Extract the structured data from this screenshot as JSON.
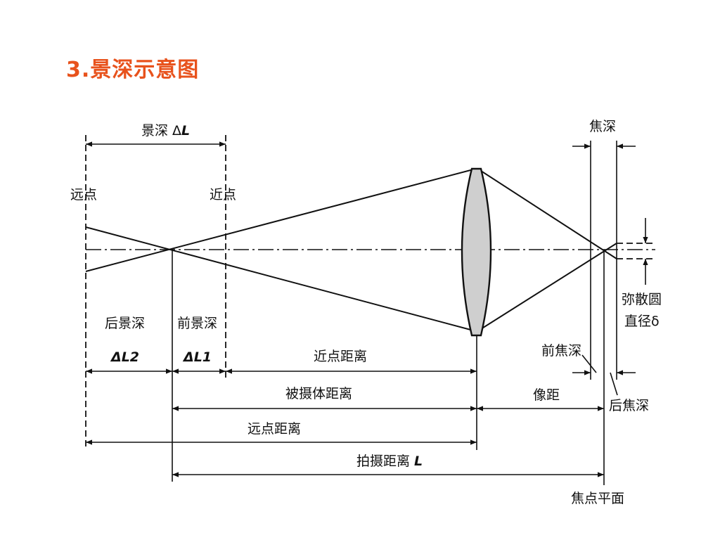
{
  "slide": {
    "title": "3.景深示意图"
  },
  "labels": {
    "depth_of_field": "景深 Δ",
    "depth_of_field_var": "L",
    "far_point": "远点",
    "near_point": "近点",
    "rear_dof": "后景深",
    "front_dof": "前景深",
    "rear_dof_symbol": "ΔL2",
    "front_dof_symbol": "ΔL1",
    "near_point_distance": "近点距离",
    "object_distance": "被摄体距离",
    "far_point_distance": "远点距离",
    "shooting_distance": "拍摄距离 ",
    "shooting_distance_var": "L",
    "depth_of_focus": "焦深",
    "front_depth_of_focus": "前焦深",
    "rear_depth_of_focus": "后焦深",
    "image_distance": "像距",
    "coc_line1": "弥散圆",
    "coc_line2": "直径δ",
    "focal_plane": "焦点平面"
  },
  "colors": {
    "title": "#e8521c",
    "lens_fill": "#cfcfcf",
    "ink": "#111111"
  }
}
